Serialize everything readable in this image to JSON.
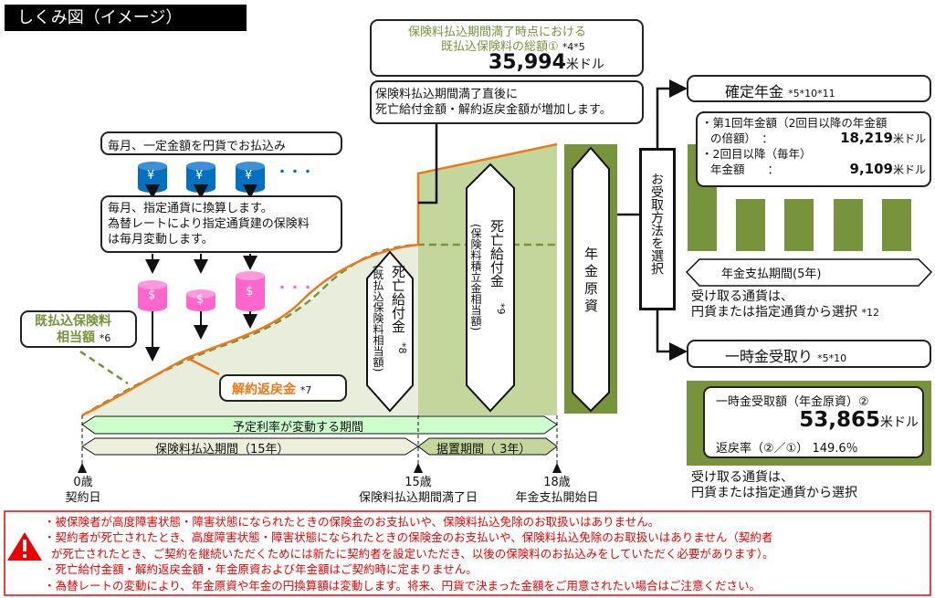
{
  "title": "しくみ図（イメージ）",
  "total_premium": {
    "line1": "保険料払込期間満了時点における",
    "line2": "既払込保険料の総額①",
    "notes": "*4*5",
    "amount": "35,994",
    "unit": "米ドル"
  },
  "increase_note": {
    "line1": "保険料払込期間満了直後に",
    "line2": "死亡給付金額・解約返戻金額が増加します。"
  },
  "monthly_pay": "毎月、一定金額を円貨でお払込み",
  "convert": {
    "line1": "毎月、指定通貨に換算します。",
    "line2": "為替レートにより指定通貨建の保険料",
    "line3": "は毎月変動します。"
  },
  "yen_symbol": "¥",
  "dollar_symbol": "$",
  "dots": "・・・",
  "paid_premium_label": {
    "line1": "既払込保険料",
    "line2": "相当額",
    "note": "*6"
  },
  "surrender_label": {
    "text": "解約返戻金",
    "note": "*7"
  },
  "death_benefit_1": {
    "main": "死亡給付金",
    "sub": "(既払込保険料相当額)",
    "note": "*8"
  },
  "death_benefit_2": {
    "main": "死亡給付金",
    "sub": "(保険料積立金相当額)",
    "note": "*9"
  },
  "annuity_fund": "年金原資",
  "choose_method": "お受取方法を選択",
  "fixed_annuity": {
    "label": "確定年金",
    "notes": "*5*10*11",
    "first_label1": "・第1回年金額（2回目以降の年金額",
    "first_label2": "の倍額）　：",
    "first_amount": "18,219",
    "second_label1": "・2回目以降（毎年）",
    "second_label2": "年金額　　：",
    "second_amount": "9,109",
    "unit": "米ドル",
    "period": "年金支払期間(5年)",
    "currency1": "受け取る通貨は、",
    "currency2": "円貨または指定通貨から選択",
    "currency_note": "*12"
  },
  "lump_sum": {
    "label": "一時金受取り",
    "notes": "*5*10",
    "amount_label": "一時金受取額（年金原資）②",
    "amount": "53,865",
    "unit": "米ドル",
    "rate_label": "返戻率（②／①）",
    "rate": "149.6％",
    "currency1": "受け取る通貨は、",
    "currency2": "円貨または指定通貨から選択"
  },
  "timeline": {
    "variable_rate": "予定利率が変動する期間",
    "payment_period": "保険料払込期間（15年）",
    "deferral_period": "据置期間（ 3年）",
    "points": [
      {
        "age": "0歳",
        "label": "契約日"
      },
      {
        "age": "15歳",
        "label": "保険料払込期間満了日"
      },
      {
        "age": "18歳",
        "label": "年金支払開始日"
      }
    ]
  },
  "warnings": [
    "・被保険者が高度障害状態・障害状態になられたときの保険金のお支払いや、保険料払込免除のお取扱いはありません。",
    "・契約者が死亡されたとき、高度障害状態・障害状態になられたときの保険金のお支払いや、保険料払込免除のお取扱いはありません（契約者",
    "が死亡されたとき、ご契約を継続いただくためには新たに契約者を設定いただき、以後の保険料のお払込みをしていただく必要があります）。",
    "・死亡給付金額・解約返戻金額・年金原資および年金額はご契約時に定まりません。",
    "・為替レートの変動により、年金原資や年金の円換算額は変動します。将来、円貨で決まった金額をご用意されたい場合はご注意ください。"
  ],
  "colors": {
    "orange": "#f07818",
    "green": "#77933c",
    "light_green": "#c3d69b",
    "pale": "#e9eedc",
    "blue": "#0070c0",
    "pink": "#ff66cc",
    "red": "#ee0000"
  }
}
